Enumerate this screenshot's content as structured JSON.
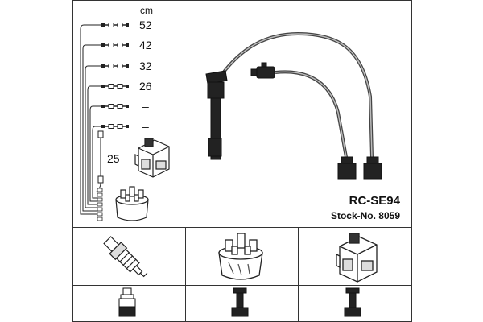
{
  "unit": "cm",
  "lengths": [
    "52",
    "42",
    "32",
    "26",
    "–",
    "–"
  ],
  "coil_lead_length": "25",
  "kit": {
    "model": "RC-SE94",
    "stock": "Stock-No. 8059"
  },
  "icons": {
    "cable_set": "ignition-cable-set",
    "coil": "ignition-coil",
    "cap": "distributor-cap",
    "plug": "spark-plug"
  },
  "colors": {
    "line": "#1a1a1a",
    "frame": "#333333",
    "cable": "#555555"
  }
}
